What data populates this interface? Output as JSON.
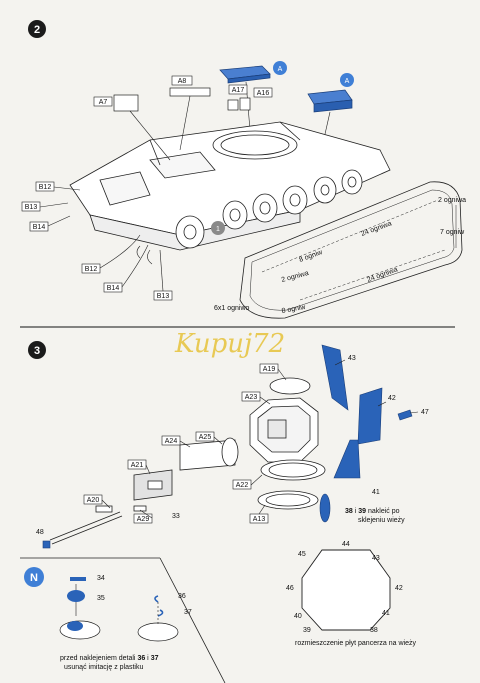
{
  "step2": {
    "number": "2",
    "badge_a1": "A",
    "badge_a2": "A",
    "parts": [
      "A8",
      "A7",
      "A17",
      "A16",
      "B12",
      "B13",
      "B14",
      "B12",
      "B14",
      "B13"
    ],
    "badge_1": "1",
    "track_labels": {
      "two_ogniwa_top": "2 ogniwa",
      "seven_ogniw": "7 ogniw",
      "twentyfour_top": "24 ogniwa",
      "eight_ogniw_top": "8 ogniw",
      "two_ogniwa_left": "2 ogniwa",
      "twentyfour_bottom": "24 ogniwa",
      "eight_ogniw_bottom": "8 ogniw",
      "six_x1": "6x1 ogniwo"
    }
  },
  "watermark": "Kupuj72",
  "step3": {
    "number": "3",
    "parts": [
      "A19",
      "A23",
      "A24",
      "A25",
      "A21",
      "A22",
      "A20",
      "A29",
      "A13"
    ],
    "numbers": [
      "43",
      "42",
      "47",
      "41",
      "33",
      "48"
    ],
    "note_line1_pre": "38",
    "note_line1_mid": " i ",
    "note_line1_b": "39",
    "note_line1_post": " nakleić po",
    "note_line2": "sklejeniu wieży"
  },
  "stepN": {
    "letter": "N",
    "numbers": [
      "34",
      "35",
      "36",
      "37"
    ],
    "note_line1_pre": "przed naklejeniem detali ",
    "note_b1": "36",
    "note_mid": " i ",
    "note_b2": "37",
    "note_line2": "usunąć imitację z plastiku"
  },
  "armor": {
    "numbers": [
      "44",
      "45",
      "43",
      "46",
      "42",
      "40",
      "41",
      "39",
      "38"
    ],
    "caption": "rozmieszczenie płyt pancerza na wieży"
  },
  "colors": {
    "blue": "#2a63b8",
    "badge": "#3f7fd6",
    "ink": "#1b1b1b"
  }
}
